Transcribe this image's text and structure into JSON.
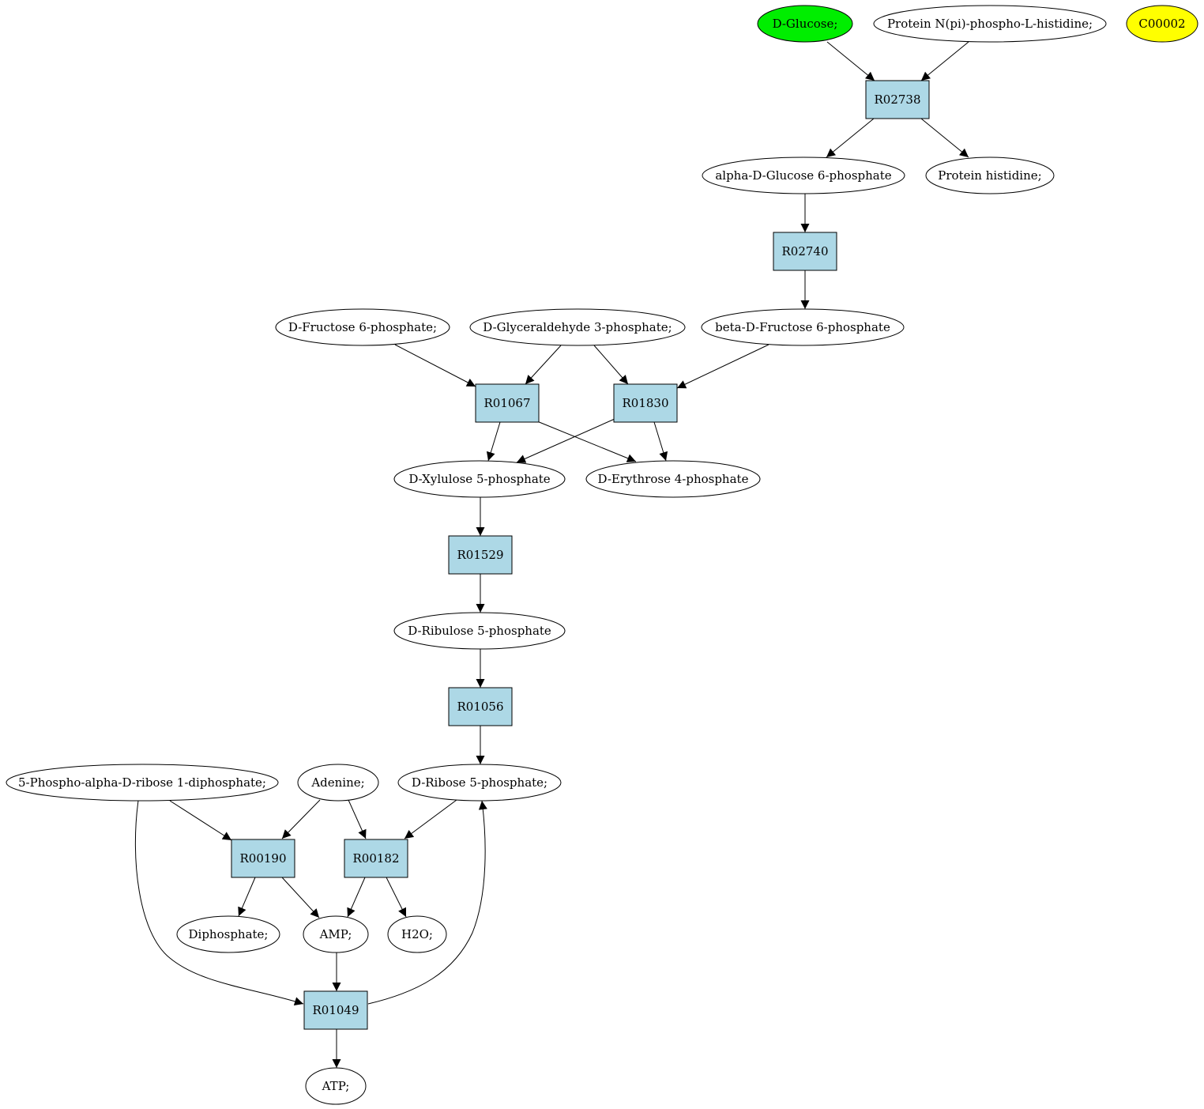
{
  "colors": {
    "background": "#ffffff",
    "compound_fill": "#ffffff",
    "start_fill": "#00ee00",
    "highlight_fill": "#ffff00",
    "reaction_fill": "#add8e6",
    "stroke": "#000000"
  },
  "nodes": {
    "d_glucose": {
      "label": "D-Glucose;",
      "kind": "compound",
      "style": "start"
    },
    "protein_n_pi_phospho": {
      "label": "Protein N(pi)-phospho-L-histidine;",
      "kind": "compound"
    },
    "c00002": {
      "label": "C00002",
      "kind": "compound",
      "style": "highlight"
    },
    "r02738": {
      "label": "R02738",
      "kind": "reaction"
    },
    "alpha_glc6p": {
      "label": "alpha-D-Glucose 6-phosphate",
      "kind": "compound"
    },
    "protein_histidine": {
      "label": "Protein histidine;",
      "kind": "compound"
    },
    "r02740": {
      "label": "R02740",
      "kind": "reaction"
    },
    "fructose6p": {
      "label": "D-Fructose 6-phosphate;",
      "kind": "compound"
    },
    "g3p": {
      "label": "D-Glyceraldehyde 3-phosphate;",
      "kind": "compound"
    },
    "beta_fru6p": {
      "label": "beta-D-Fructose 6-phosphate",
      "kind": "compound"
    },
    "r01067": {
      "label": "R01067",
      "kind": "reaction"
    },
    "r01830": {
      "label": "R01830",
      "kind": "reaction"
    },
    "xylulose5p": {
      "label": "D-Xylulose 5-phosphate",
      "kind": "compound"
    },
    "erythrose4p": {
      "label": "D-Erythrose 4-phosphate",
      "kind": "compound"
    },
    "r01529": {
      "label": "R01529",
      "kind": "reaction"
    },
    "ribulose5p": {
      "label": "D-Ribulose 5-phosphate",
      "kind": "compound"
    },
    "r01056": {
      "label": "R01056",
      "kind": "reaction"
    },
    "prpp": {
      "label": "5-Phospho-alpha-D-ribose 1-diphosphate;",
      "kind": "compound"
    },
    "adenine": {
      "label": "Adenine;",
      "kind": "compound"
    },
    "ribose5p": {
      "label": "D-Ribose 5-phosphate;",
      "kind": "compound"
    },
    "r00190": {
      "label": "R00190",
      "kind": "reaction"
    },
    "r00182": {
      "label": "R00182",
      "kind": "reaction"
    },
    "diphosphate": {
      "label": "Diphosphate;",
      "kind": "compound"
    },
    "amp": {
      "label": "AMP;",
      "kind": "compound"
    },
    "h2o": {
      "label": "H2O;",
      "kind": "compound"
    },
    "r01049": {
      "label": "R01049",
      "kind": "reaction"
    },
    "atp": {
      "label": "ATP;",
      "kind": "compound"
    }
  },
  "edges": [
    {
      "from": "d_glucose",
      "to": "r02738"
    },
    {
      "from": "protein_n_pi_phospho",
      "to": "r02738"
    },
    {
      "from": "r02738",
      "to": "alpha_glc6p"
    },
    {
      "from": "r02738",
      "to": "protein_histidine"
    },
    {
      "from": "alpha_glc6p",
      "to": "r02740"
    },
    {
      "from": "r02740",
      "to": "beta_fru6p"
    },
    {
      "from": "fructose6p",
      "to": "r01067"
    },
    {
      "from": "g3p",
      "to": "r01067"
    },
    {
      "from": "g3p",
      "to": "r01830"
    },
    {
      "from": "beta_fru6p",
      "to": "r01830"
    },
    {
      "from": "r01067",
      "to": "xylulose5p"
    },
    {
      "from": "r01067",
      "to": "erythrose4p"
    },
    {
      "from": "r01830",
      "to": "xylulose5p"
    },
    {
      "from": "r01830",
      "to": "erythrose4p"
    },
    {
      "from": "xylulose5p",
      "to": "r01529"
    },
    {
      "from": "r01529",
      "to": "ribulose5p"
    },
    {
      "from": "ribulose5p",
      "to": "r01056"
    },
    {
      "from": "r01056",
      "to": "ribose5p"
    },
    {
      "from": "prpp",
      "to": "r00190"
    },
    {
      "from": "adenine",
      "to": "r00190"
    },
    {
      "from": "adenine",
      "to": "r00182"
    },
    {
      "from": "ribose5p",
      "to": "r00182"
    },
    {
      "from": "r00190",
      "to": "diphosphate"
    },
    {
      "from": "r00190",
      "to": "amp"
    },
    {
      "from": "r00182",
      "to": "amp"
    },
    {
      "from": "r00182",
      "to": "h2o"
    },
    {
      "from": "prpp",
      "to": "r01049"
    },
    {
      "from": "amp",
      "to": "r01049"
    },
    {
      "from": "r01049",
      "to": "ribose5p"
    },
    {
      "from": "r01049",
      "to": "atp"
    }
  ]
}
